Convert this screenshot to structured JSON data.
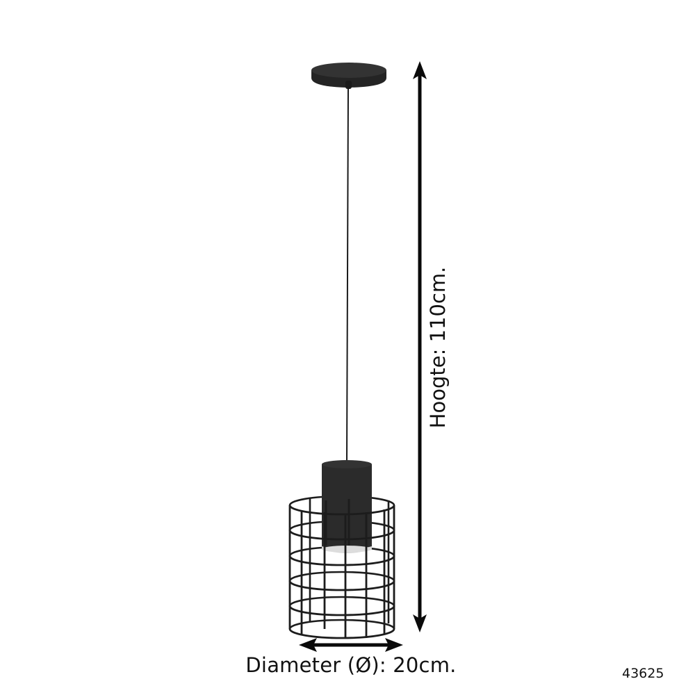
{
  "product": {
    "code": "43625",
    "type": "pendant lamp with wire cage shade"
  },
  "dimensions": {
    "height_label": "Hoogte: 110cm.",
    "diameter_label": "Diameter (Ø): 20cm."
  },
  "colors": {
    "lamp_body": "#2b2b2b",
    "cage_wire": "#1c1c1c",
    "arrow": "#0a0a0a",
    "background": "#ffffff",
    "bulb_rim": "#d8d8d8"
  },
  "icons": {
    "height_arrow": "double-arrow-vertical",
    "width_arrow": "double-arrow-horizontal"
  }
}
